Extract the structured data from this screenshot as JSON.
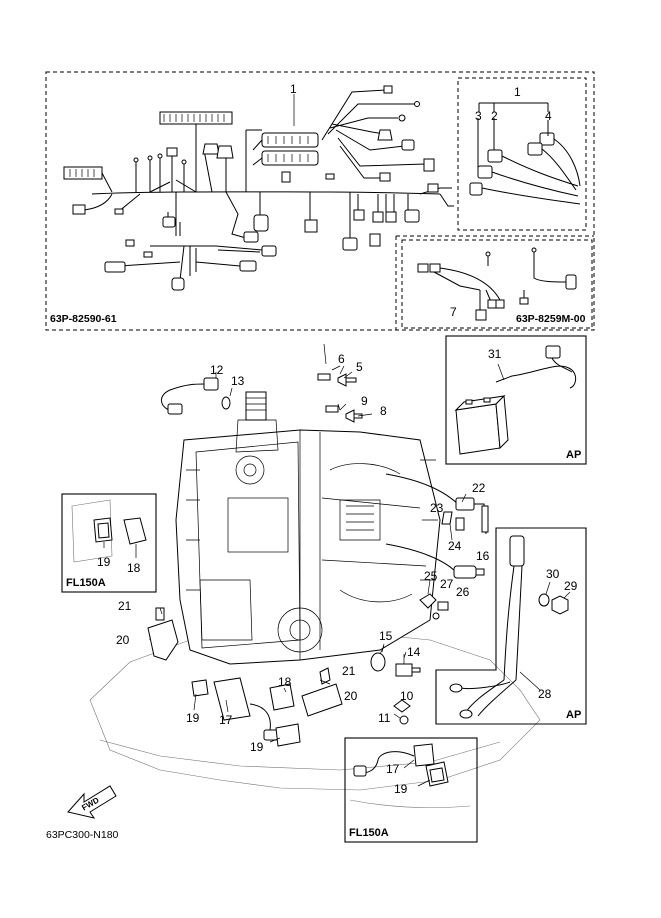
{
  "diagram": {
    "codes": {
      "main_harness": "63P-82590-61",
      "sub_harness": "63P-8259M-00",
      "figure": "63PC300-N180"
    },
    "variant_labels": {
      "ap_top": "AP",
      "ap_bottom": "AP",
      "fl150a_left": "FL150A",
      "fl150a_bottom": "FL150A"
    },
    "direction_label": "FWD",
    "callouts": {
      "c1_main": "1",
      "c1_inset": "1",
      "c2": "2",
      "c3": "3",
      "c4": "4",
      "c5": "5",
      "c6": "6",
      "c7": "7",
      "c8": "8",
      "c9": "9",
      "c10": "10",
      "c11": "11",
      "c12": "12",
      "c13": "13",
      "c14": "14",
      "c15": "15",
      "c16": "16",
      "c17_main": "17",
      "c17_fl": "17",
      "c18_main": "18",
      "c18_fl": "18",
      "c19_main_a": "19",
      "c19_main_b": "19",
      "c19_fl_left": "19",
      "c19_fl_bottom": "19",
      "c20_left": "20",
      "c20_right": "20",
      "c21_left": "21",
      "c21_right": "21",
      "c22": "22",
      "c23": "23",
      "c24": "24",
      "c25": "25",
      "c26": "26",
      "c27": "27",
      "c28": "28",
      "c29": "29",
      "c30": "30",
      "c31": "31"
    }
  }
}
